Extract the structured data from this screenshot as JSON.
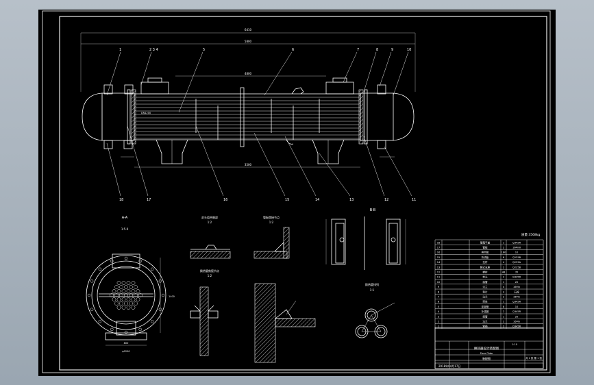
{
  "drawing": {
    "title": "换热器设计装配图",
    "subtitle": "Fixed Tube",
    "drawing_name": "装配图",
    "scale": "1:10",
    "sheet": "共 1 张 第 1 张",
    "revision_row": "2018年04月17日",
    "weight_label": "质量 3568kg"
  },
  "views": {
    "section_aa": "A-A",
    "section_aa_scale": "1:5.0",
    "detail_i": "封头组合细部",
    "detail_i_scale": "1:2",
    "detail_ii": "管板焦接节点",
    "detail_ii_scale": "1:2",
    "detail_iii": "换热管焦接节点",
    "detail_iii_scale": "1:2",
    "view_b": "B-B",
    "tube_layout": "换热管排列",
    "tube_layout_scale": "1:1"
  },
  "balloons": {
    "top": [
      "1",
      "2 3 4",
      "5",
      "6",
      "7",
      "8",
      "9",
      "10"
    ],
    "bottom": [
      "18",
      "17",
      "16",
      "15",
      "14",
      "13",
      "12",
      "11"
    ]
  },
  "bom": {
    "rows": [
      [
        "18",
        "管箱平盖",
        "1",
        "Q345R"
      ],
      [
        "17",
        "管板",
        "2",
        "16MnII"
      ],
      [
        "16",
        "换热管",
        "180",
        "10"
      ],
      [
        "15",
        "折流板",
        "8",
        "Q235B"
      ],
      [
        "14",
        "拉杆",
        "4",
        "Q235A"
      ],
      [
        "13",
        "鞍式支座",
        "2",
        "Q235B"
      ],
      [
        "12",
        "螺栓",
        "48",
        "35"
      ],
      [
        "11",
        "封头",
        "2",
        "Q345R"
      ],
      [
        "10",
        "接管",
        "1",
        "20"
      ],
      [
        "9",
        "法兰",
        "4",
        "16Mn"
      ],
      [
        "8",
        "垫片",
        "4",
        "石棉"
      ],
      [
        "7",
        "法兰",
        "2",
        "16Mn"
      ],
      [
        "6",
        "壳体",
        "1",
        "Q345R"
      ],
      [
        "5",
        "定距管",
        "8",
        "10"
      ],
      [
        "4",
        "补强圈",
        "2",
        "Q345R"
      ],
      [
        "3",
        "接管",
        "1",
        "20"
      ],
      [
        "2",
        "法兰",
        "2",
        "16Mn"
      ],
      [
        "1",
        "管箱",
        "2",
        "Q345R"
      ]
    ]
  }
}
